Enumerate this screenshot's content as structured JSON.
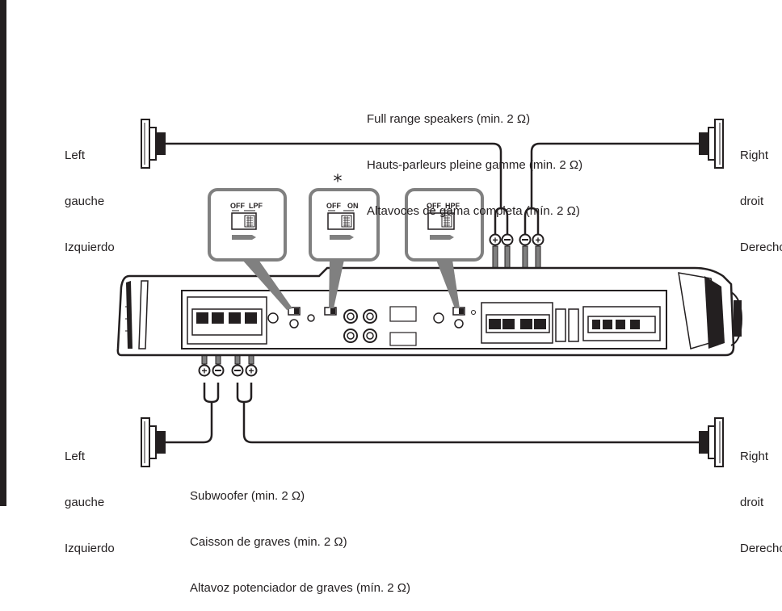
{
  "full_range": {
    "line1": "Full range speakers (min. 2 Ω)",
    "line2": "Hauts-parleurs pleine gamme (min. 2 Ω)",
    "line3": "Altavoces de gama completa (mín. 2 Ω)"
  },
  "subwoofer": {
    "line1": "Subwoofer (min. 2 Ω)",
    "line2": "Caisson de graves (min. 2 Ω)",
    "line3": "Altavoz potenciador de graves (mín. 2 Ω)"
  },
  "left_top": {
    "en": "Left",
    "fr": "gauche",
    "es": "Izquierdo"
  },
  "right_top": {
    "en": "Right",
    "fr": "droit",
    "es": "Derecho"
  },
  "left_bottom": {
    "en": "Left",
    "fr": "gauche",
    "es": "Izquierdo"
  },
  "right_bottom": {
    "en": "Right",
    "fr": "droit",
    "es": "Derecho"
  },
  "switches": [
    {
      "off": "OFF",
      "on": "LPF"
    },
    {
      "off": "OFF",
      "on": "ON"
    },
    {
      "off": "OFF",
      "on": "HPF"
    }
  ],
  "asterisk": "*",
  "colors": {
    "ink": "#231f20",
    "wire_callout": "#808080",
    "panel": "#d9d9d9"
  }
}
